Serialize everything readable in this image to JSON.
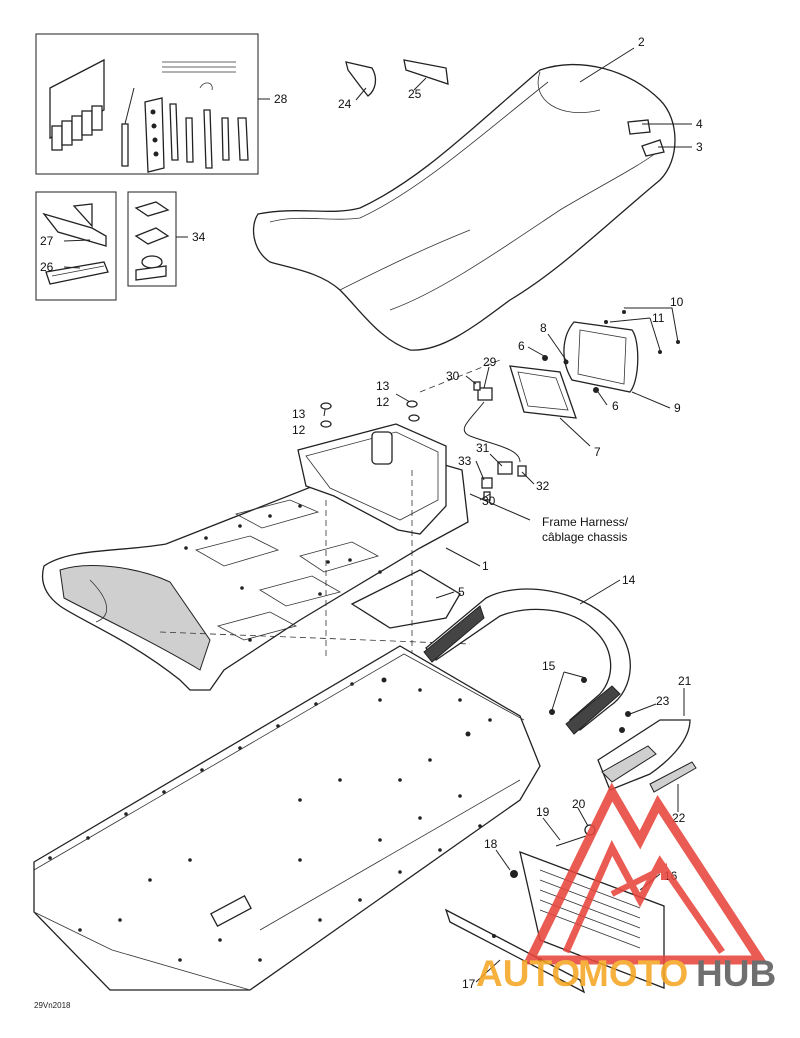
{
  "callouts": [
    {
      "id": "c2",
      "text": "2"
    },
    {
      "id": "c4",
      "text": "4"
    },
    {
      "id": "c3",
      "text": "3"
    },
    {
      "id": "c28",
      "text": "28"
    },
    {
      "id": "c24",
      "text": "24"
    },
    {
      "id": "c25",
      "text": "25"
    },
    {
      "id": "c27",
      "text": "27"
    },
    {
      "id": "c26",
      "text": "26"
    },
    {
      "id": "c34",
      "text": "34"
    },
    {
      "id": "c10",
      "text": "10"
    },
    {
      "id": "c11",
      "text": "11"
    },
    {
      "id": "c8",
      "text": "8"
    },
    {
      "id": "c6a",
      "text": "6"
    },
    {
      "id": "c6b",
      "text": "6"
    },
    {
      "id": "c9",
      "text": "9"
    },
    {
      "id": "c29",
      "text": "29"
    },
    {
      "id": "c30a",
      "text": "30"
    },
    {
      "id": "c13a",
      "text": "13"
    },
    {
      "id": "c12a",
      "text": "12"
    },
    {
      "id": "c13b",
      "text": "13"
    },
    {
      "id": "c12b",
      "text": "12"
    },
    {
      "id": "c7",
      "text": "7"
    },
    {
      "id": "c31",
      "text": "31"
    },
    {
      "id": "c33",
      "text": "33"
    },
    {
      "id": "c32",
      "text": "32"
    },
    {
      "id": "c30b",
      "text": "30"
    },
    {
      "id": "c1",
      "text": "1"
    },
    {
      "id": "c5",
      "text": "5"
    },
    {
      "id": "c14",
      "text": "14"
    },
    {
      "id": "c15",
      "text": "15"
    },
    {
      "id": "c21",
      "text": "21"
    },
    {
      "id": "c23",
      "text": "23"
    },
    {
      "id": "c22",
      "text": "22"
    },
    {
      "id": "c19",
      "text": "19"
    },
    {
      "id": "c20",
      "text": "20"
    },
    {
      "id": "c18",
      "text": "18"
    },
    {
      "id": "c16",
      "text": "16"
    },
    {
      "id": "c17",
      "text": "17"
    }
  ],
  "harness_note": {
    "line1": "Frame Harness/",
    "line2": "câblage chassis"
  },
  "drawing_code": "29Vn2018",
  "watermark": {
    "part1": "AUTO",
    "part2": "MOTO",
    "part3": "HUB",
    "color_red": "#e8463c",
    "color_orange": "#f5a623",
    "color_grey": "#5c5c5c"
  }
}
